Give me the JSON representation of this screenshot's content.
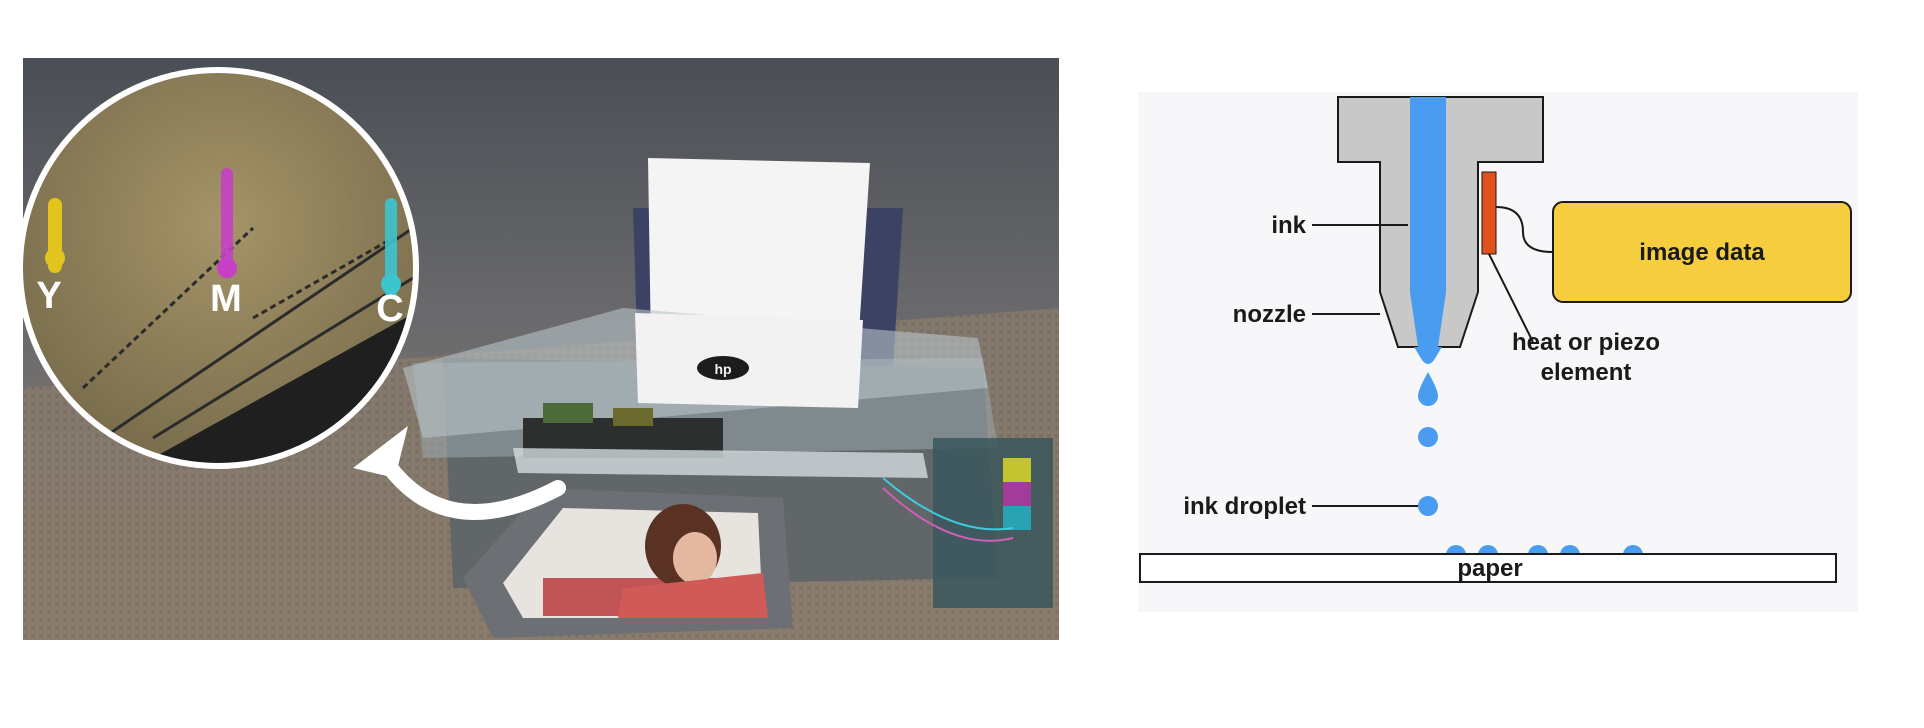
{
  "printer_illustration": {
    "brand_logo": "hp",
    "zoom_callout": {
      "cartridge_labels": [
        "Y",
        "M",
        "C"
      ],
      "colors": {
        "yellow": "#e3c41c",
        "magenta": "#c73fc6",
        "cyan": "#3cc4cf"
      }
    },
    "arrow": "curved-arrow-icon"
  },
  "inkjet_diagram": {
    "labels": {
      "ink": "ink",
      "nozzle": "nozzle",
      "image_data": "image data",
      "heat_or_piezo_line1": "heat or piezo",
      "heat_or_piezo_line2": "element",
      "ink_droplet": "ink droplet",
      "paper": "paper"
    },
    "colors": {
      "ink": "#4a9cf0",
      "nozzle": "#c8c8c8",
      "element": "#e0521c",
      "image_data_box": "#f5cd3f",
      "background": "#f7f7f9"
    }
  }
}
